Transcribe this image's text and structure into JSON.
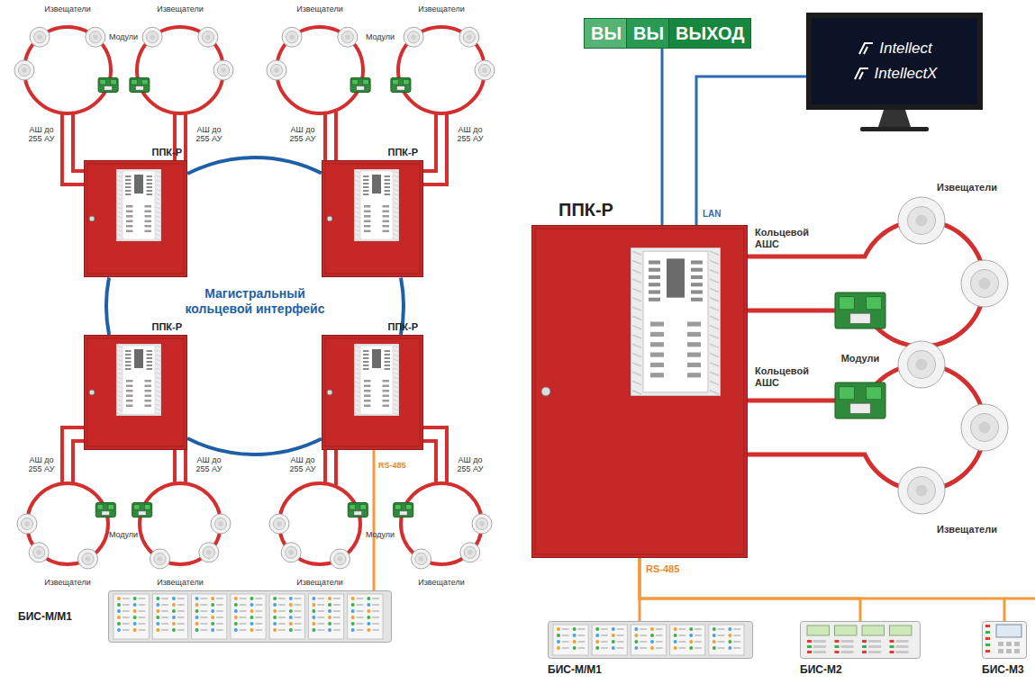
{
  "diagram": {
    "nodes": [
      {
        "text": [
          "ППК-Р"
        ]
      },
      {
        "text": [
          "ППК-Р"
        ]
      },
      {
        "text": [
          "ППК-Р"
        ]
      },
      {
        "text": [
          "ППК-Р"
        ]
      },
      {
        "text": [
          "БИС-М/М1"
        ]
      },
      {
        "text": [
          "ВЫ",
          "ВЫ",
          "ВЫХОД"
        ]
      },
      {
        "text": [
          "Intellect",
          "IntellectX"
        ]
      },
      {
        "text": [
          "ППК-Р"
        ]
      },
      {
        "text": [
          "БИС-М/М1"
        ]
      },
      {
        "text": [
          "БИС-М2"
        ]
      },
      {
        "text": [
          "БИС-М3"
        ]
      }
    ],
    "edges": [
      {
        "from": 0,
        "to": 1,
        "arrow": "none"
      },
      {
        "from": 1,
        "to": 3,
        "arrow": "none"
      },
      {
        "from": 3,
        "to": 2,
        "arrow": "none"
      },
      {
        "from": 2,
        "to": 0,
        "arrow": "none"
      },
      {
        "from": 3,
        "to": 4,
        "label": "RS-485",
        "arrow": "none"
      },
      {
        "from": 7,
        "to": 5,
        "arrow": "none"
      },
      {
        "from": 7,
        "to": 6,
        "label": "LAN",
        "arrow": "none"
      },
      {
        "from": 7,
        "to": 8,
        "label": "RS-485",
        "arrow": "none"
      },
      {
        "from": 7,
        "to": 9,
        "arrow": "none"
      },
      {
        "from": 7,
        "to": 10,
        "arrow": "none"
      }
    ],
    "labels": [
      "Извещатели",
      "Извещатели",
      "Извещатели",
      "Извещатели",
      "Модули",
      "Модули",
      "АШ до 255 АУ",
      "АШ до 255 АУ",
      "АШ до 255 АУ",
      "АШ до 255 АУ",
      "Магистральный кольцевой интерфейс",
      "АШ до 255 АУ",
      "АШ до 255 АУ",
      "АШ до 255 АУ",
      "АШ до 255 АУ",
      "Модули",
      "Модули",
      "Извещатели",
      "Извещатели",
      "Извещатели",
      "Извещатели",
      "Кольцевой АШС",
      "Извещатели",
      "Модули",
      "Кольцевой АШС",
      "Извещатели"
    ]
  }
}
